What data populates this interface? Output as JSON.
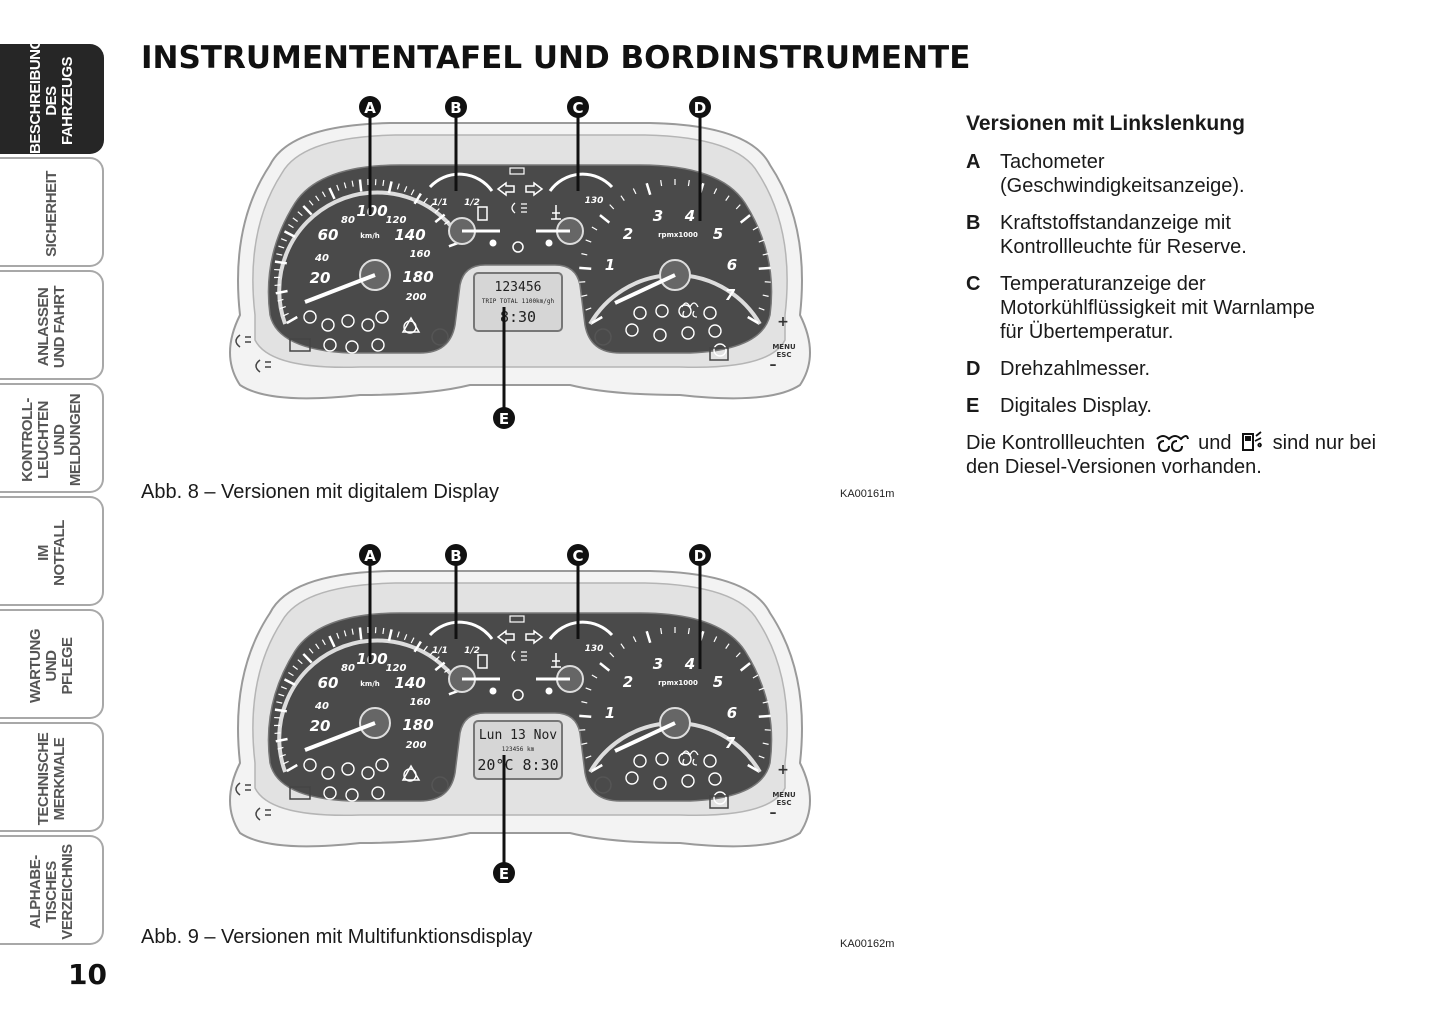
{
  "page_title": "INSTRUMENTENTAFEL UND BORDINSTRUMENTE",
  "page_number": "10",
  "side_tabs": [
    {
      "label": "BESCHREIBUNG\nDES FAHRZEUGS",
      "active": true
    },
    {
      "label": "SICHERHEIT",
      "active": false
    },
    {
      "label": "ANLASSEN\nUND FAHRT",
      "active": false
    },
    {
      "label": "KONTROLL-\nLEUCHTEN UND\nMELDUNGEN",
      "active": false
    },
    {
      "label": "IM\nNOTFALL",
      "active": false
    },
    {
      "label": "WARTUNG UND\nPFLEGE",
      "active": false
    },
    {
      "label": "TECHNISCHE\nMERKMALE",
      "active": false
    },
    {
      "label": "ALPHABE-\nTISCHES\nVERZEICHNIS",
      "active": false
    }
  ],
  "figures": [
    {
      "caption": "Abb. 8 – Versionen mit digitalem Display",
      "code": "KA00161m",
      "display_lines": [
        "123456",
        "TRIP TOTAL 1100km/gh",
        "8:30"
      ]
    },
    {
      "caption": "Abb. 9 – Versionen mit Multifunktionsdisplay",
      "code": "KA00162m",
      "display_lines": [
        "Lun 13 Nov",
        "123456 km",
        "20°C 8:30"
      ]
    }
  ],
  "callouts": [
    "A",
    "B",
    "C",
    "D",
    "E"
  ],
  "speedo_labels": [
    "20",
    "40",
    "60",
    "80",
    "100",
    "120",
    "140",
    "160",
    "180",
    "200",
    "km/h"
  ],
  "tacho_labels": [
    "1",
    "2",
    "3",
    "4",
    "5",
    "6",
    "7",
    "rpmx1000"
  ],
  "fuel_labels": [
    "1/1",
    "1/2"
  ],
  "temp_labels": [
    "130"
  ],
  "menu_label": "MENU\nESC",
  "legend": {
    "heading": "Versionen mit Linkslenkung",
    "items": [
      {
        "letter": "A",
        "text": "Tachometer\n(Geschwindigkeitsanzeige)."
      },
      {
        "letter": "B",
        "text": "Kraftstoffstandanzeige mit\nKontrollleuchte für Reserve."
      },
      {
        "letter": "C",
        "text": "Temperaturanzeige der\nMotorkühlflüssigkeit mit Warnlampe\nfür Übertemperatur."
      },
      {
        "letter": "D",
        "text": "Drehzahlmesser."
      },
      {
        "letter": "E",
        "text": "Digitales Display."
      }
    ],
    "note_start": "Die Kontrollleuchten",
    "note_and": "und",
    "note_end": "sind nur bei den Diesel-Versionen vorhanden."
  }
}
